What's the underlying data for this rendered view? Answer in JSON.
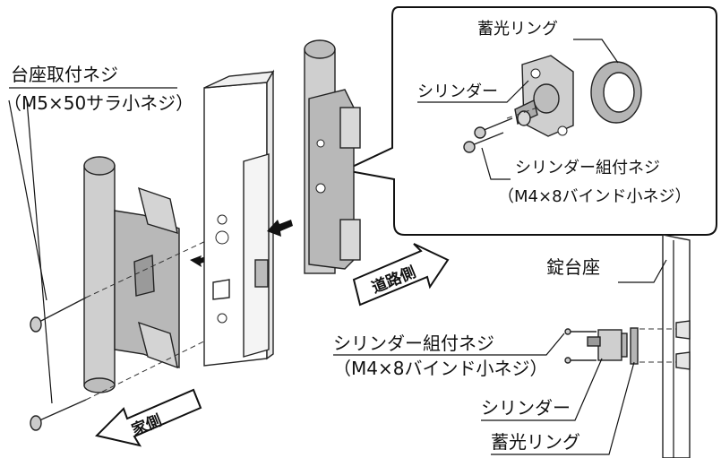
{
  "labels": {
    "base_screw": "台座取付ネジ",
    "base_screw_spec": "（M5×50サラ小ネジ）",
    "phosphor_ring_top": "蓄光リング",
    "cylinder_top": "シリンダー",
    "cylinder_screw_top": "シリンダー組付ネジ",
    "cylinder_screw_spec_top": "（M4×8バインド小ネジ）",
    "road_side": "道路側",
    "house_side": "家側",
    "lock_base": "錠台座",
    "cylinder_screw_bottom": "シリンダー組付ネジ",
    "cylinder_screw_spec_bottom": "（M4×8バインド小ネジ）",
    "cylinder_bottom": "シリンダー",
    "phosphor_ring_bottom": "蓄光リング"
  },
  "colors": {
    "line": "#111111",
    "part_fill": "#c8c8c8",
    "part_dark": "#9a9a9a",
    "part_light": "#e2e2e2",
    "post_fill": "#ffffff"
  },
  "icons": {
    "exploded_arrow": "arrow-right-icon"
  }
}
